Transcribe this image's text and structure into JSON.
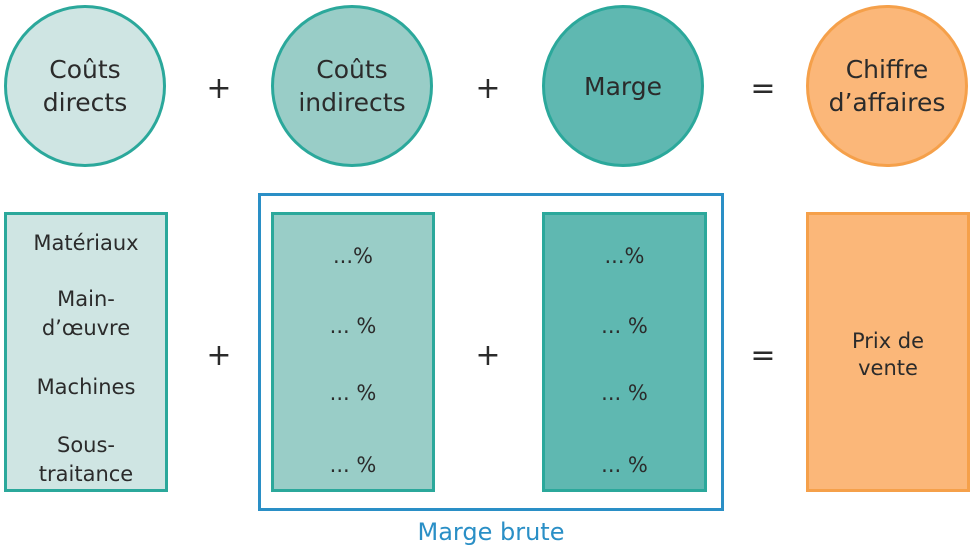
{
  "circles": [
    {
      "line1": "Coûts",
      "line2": "directs"
    },
    {
      "line1": "Coûts",
      "line2": "indirects"
    },
    {
      "line1": "Marge"
    },
    {
      "line1": "Chiffre",
      "line2": "d’affaires"
    }
  ],
  "operators": {
    "plus": "+",
    "equals": "="
  },
  "direct_costs": [
    {
      "line1": "Matériaux"
    },
    {
      "line1": "Main-",
      "line2": "d’œuvre"
    },
    {
      "line1": "Machines"
    },
    {
      "line1": "Sous-",
      "line2": "traitance"
    }
  ],
  "indirect_percentages": [
    "...%",
    "... %",
    "... %",
    "... %"
  ],
  "margin_percentages": [
    "...%",
    "... %",
    "... %",
    "... %"
  ],
  "sale_price": {
    "line1": "Prix de",
    "line2": "vente"
  },
  "gross_margin_label": "Marge brute"
}
